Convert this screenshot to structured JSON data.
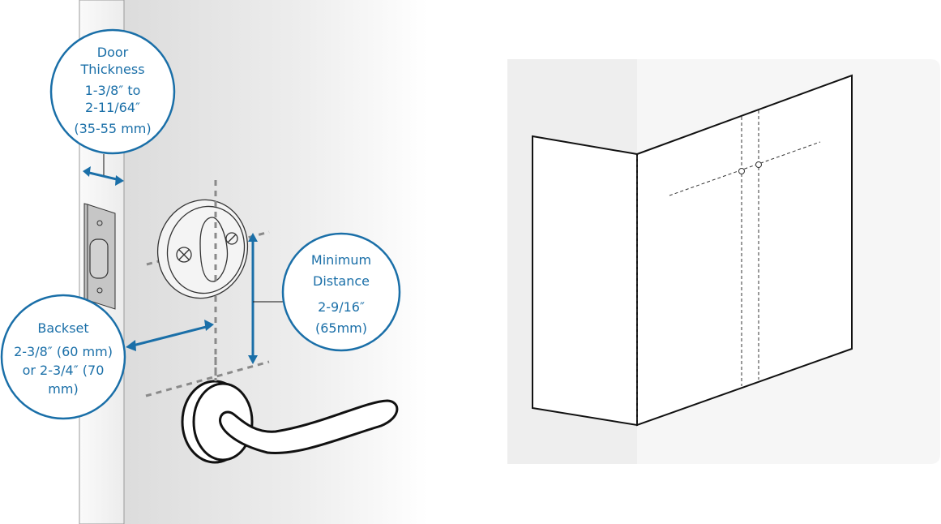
{
  "colors": {
    "accent": "#1a6fa8",
    "guide": "#8a8a8a",
    "line": "#1a1a1a"
  },
  "callouts": {
    "door_thickness": {
      "title1": "Door",
      "title2": "Thickness",
      "line1": "1-3/8″ to",
      "line2": "2-11/64″",
      "line3": "(35-55 mm)"
    },
    "backset": {
      "title": "Backset",
      "line1": "2-3/8″ (60 mm)",
      "line2": "or 2-3/4″ (70",
      "line3": "mm)"
    },
    "minimum_distance": {
      "title1": "Minimum",
      "title2": "Distance",
      "line1": "2-9/16″",
      "line2": "(65mm)"
    }
  }
}
